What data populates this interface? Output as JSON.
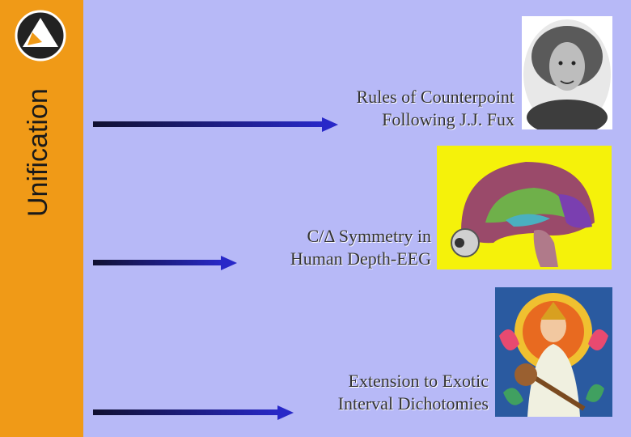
{
  "sidebar": {
    "title": "Unification"
  },
  "items": [
    {
      "line1": "Rules of Counterpoint",
      "line2": "Following J.J. Fux",
      "image": "portrait-of-fux"
    },
    {
      "line1": "C/Δ Symmetry in",
      "line2": "Human Depth-EEG",
      "image": "brain-illustration"
    },
    {
      "line1": "Extension to Exotic",
      "line2": "Interval Dichotomies",
      "image": "saraswati-painting"
    }
  ],
  "colors": {
    "background": "#b7b9f7",
    "sidebar": "#f09a17",
    "arrow": "#2626b0"
  }
}
